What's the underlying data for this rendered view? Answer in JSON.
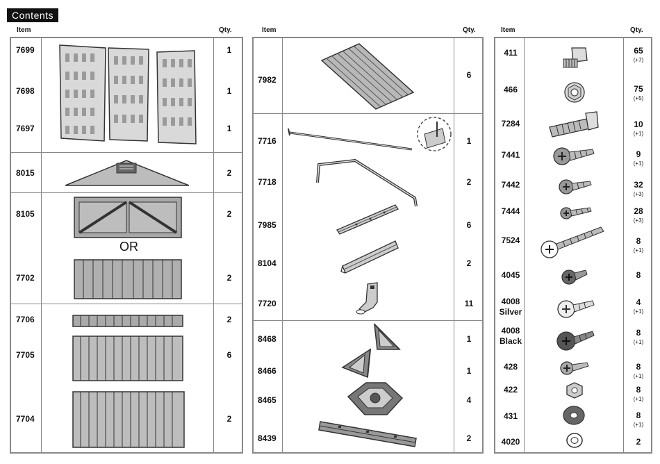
{
  "title": "Contents",
  "headers": {
    "item": "Item",
    "qty": "Qty."
  },
  "or_label": "OR",
  "col1": {
    "items": [
      {
        "code": "7699",
        "qty": "1"
      },
      {
        "code": "7698",
        "qty": "1"
      },
      {
        "code": "7697",
        "qty": "1"
      },
      {
        "code": "8015",
        "qty": "2"
      },
      {
        "code": "8105",
        "qty": "2"
      },
      {
        "code": "7702",
        "qty": "2"
      },
      {
        "code": "7706",
        "qty": "2"
      },
      {
        "code": "7705",
        "qty": "6"
      },
      {
        "code": "7704",
        "qty": "2"
      }
    ]
  },
  "col2": {
    "items": [
      {
        "code": "7982",
        "qty": "6"
      },
      {
        "code": "7716",
        "qty": "1"
      },
      {
        "code": "7718",
        "qty": "2"
      },
      {
        "code": "7985",
        "qty": "6"
      },
      {
        "code": "8104",
        "qty": "2"
      },
      {
        "code": "7720",
        "qty": "11"
      },
      {
        "code": "8468",
        "qty": "1"
      },
      {
        "code": "8466",
        "qty": "1"
      },
      {
        "code": "8465",
        "qty": "4"
      },
      {
        "code": "8439",
        "qty": "2"
      }
    ]
  },
  "col3": {
    "items": [
      {
        "code": "411",
        "sub": "",
        "qty": "65",
        "extra": "(+7)"
      },
      {
        "code": "466",
        "sub": "",
        "qty": "75",
        "extra": "(+5)"
      },
      {
        "code": "7284",
        "sub": "",
        "qty": "10",
        "extra": "(+1)"
      },
      {
        "code": "7441",
        "sub": "",
        "qty": "9",
        "extra": "(+1)"
      },
      {
        "code": "7442",
        "sub": "",
        "qty": "32",
        "extra": "(+3)"
      },
      {
        "code": "7444",
        "sub": "",
        "qty": "28",
        "extra": "(+3)"
      },
      {
        "code": "7524",
        "sub": "",
        "qty": "8",
        "extra": "(+1)"
      },
      {
        "code": "4045",
        "sub": "",
        "qty": "8",
        "extra": ""
      },
      {
        "code": "4008",
        "sub": "Silver",
        "qty": "4",
        "extra": "(+1)"
      },
      {
        "code": "4008",
        "sub": "Black",
        "qty": "8",
        "extra": "(+1)"
      },
      {
        "code": "428",
        "sub": "",
        "qty": "8",
        "extra": "(+1)"
      },
      {
        "code": "422",
        "sub": "",
        "qty": "8",
        "extra": "(+1)"
      },
      {
        "code": "431",
        "sub": "",
        "qty": "8",
        "extra": "(+1)"
      },
      {
        "code": "4020",
        "sub": "",
        "qty": "2",
        "extra": ""
      }
    ]
  }
}
